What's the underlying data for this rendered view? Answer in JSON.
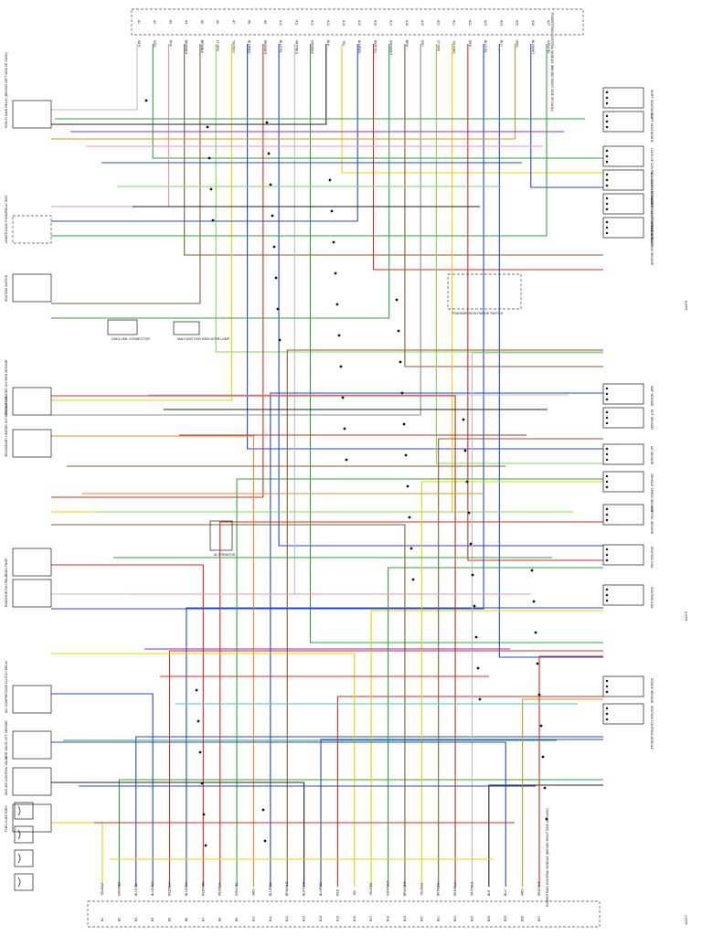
{
  "page": {
    "numbers": [
      "10075",
      "10075",
      "10077"
    ]
  },
  "colors": {
    "WHT": "#bdbdbd",
    "BLK": "#222222",
    "RED": "#d52b1e",
    "YEL": "#e9d000",
    "GRN": "#2aa83a",
    "LT_GRN": "#7ed957",
    "BLU": "#2247c9",
    "LT_BLU": "#3fc7ef",
    "BRN": "#8a5a2b",
    "ORN": "#f08a1c",
    "PNK": "#f08fb4",
    "VIO": "#8a2be2",
    "GRY": "#8c8c8c",
    "TAN": "#d2b48c"
  },
  "ecm_connectors": {
    "top_label": "POWERTRAIN CONTROL MODULE (BEHIND RIGHT SIDE OF DASH)",
    "bottom_label": "POWERTRAIN CONTROL MODULE (BEHIND RIGHT SIDE OF DASH)",
    "top_pins": [
      {
        "pin": "A1",
        "color": "WHT"
      },
      {
        "pin": "A2",
        "color": "GRN"
      },
      {
        "pin": "A3",
        "color": "PNK"
      },
      {
        "pin": "A4",
        "color": "BRN/WHT"
      },
      {
        "pin": "A5",
        "color": "BRN/BLK"
      },
      {
        "pin": "A6",
        "color": "LT GRN"
      },
      {
        "pin": "A7",
        "color": "YEL/BLU"
      },
      {
        "pin": "A8",
        "color": "BLU/RED"
      },
      {
        "pin": "A9",
        "color": "RED/WHT"
      },
      {
        "pin": "A10",
        "color": "BLU/YEL"
      },
      {
        "pin": "A11",
        "color": "WHT/BLU"
      },
      {
        "pin": "A12",
        "color": "GRN/BLK"
      },
      {
        "pin": "A13",
        "color": "BLK"
      },
      {
        "pin": "A14",
        "color": "YEL"
      },
      {
        "pin": "A15",
        "color": "BLU/RED"
      },
      {
        "pin": "A16",
        "color": "RED/YEL"
      },
      {
        "pin": "A17",
        "color": "GRN/WHT"
      },
      {
        "pin": "A18",
        "color": "BRN"
      },
      {
        "pin": "A19",
        "color": "GRY"
      },
      {
        "pin": "A20",
        "color": "LT GRN"
      },
      {
        "pin": "A21",
        "color": "YEL/GRN"
      },
      {
        "pin": "A22",
        "color": "RED"
      },
      {
        "pin": "A23",
        "color": "BLU/YEL"
      },
      {
        "pin": "A24",
        "color": "BLU"
      },
      {
        "pin": "A25",
        "color": "ORN"
      },
      {
        "pin": "A26",
        "color": "BLU/WHT"
      },
      {
        "pin": "A27",
        "color": "GRN/YEL"
      }
    ],
    "bottom_pins": [
      {
        "pin": "B1",
        "color": "YEL/BLU"
      },
      {
        "pin": "B2",
        "color": "GRN/RED"
      },
      {
        "pin": "B3",
        "color": "BLU/YEL"
      },
      {
        "pin": "B4",
        "color": "BLU/WHT"
      },
      {
        "pin": "B5",
        "color": "RED/BLU"
      },
      {
        "pin": "B6",
        "color": "BLU/GRN"
      },
      {
        "pin": "B7",
        "color": "RED/GRN"
      },
      {
        "pin": "B8",
        "color": "RED/BLK"
      },
      {
        "pin": "B9",
        "color": "GRN/YEL"
      },
      {
        "pin": "B10",
        "color": "ORN"
      },
      {
        "pin": "B11",
        "color": "BLU/RED"
      },
      {
        "pin": "B12",
        "color": "BRN/WHT"
      },
      {
        "pin": "B13",
        "color": "BLK/WHT"
      },
      {
        "pin": "B14",
        "color": "BLU/RED"
      },
      {
        "pin": "B15",
        "color": "RED"
      },
      {
        "pin": "B16",
        "color": "YEL"
      },
      {
        "pin": "B17",
        "color": "YEL/RED"
      },
      {
        "pin": "B18",
        "color": "GRN/WHT"
      },
      {
        "pin": "B19",
        "color": "BRN/WHT"
      },
      {
        "pin": "B20",
        "color": "YEL/BLU"
      },
      {
        "pin": "B21",
        "color": "BRN/BLK"
      },
      {
        "pin": "B22",
        "color": "RED/BLU"
      },
      {
        "pin": "B23",
        "color": "WHT/BLU"
      },
      {
        "pin": "B24",
        "color": "BLK"
      },
      {
        "pin": "B25",
        "color": "BLU"
      },
      {
        "pin": "B26",
        "color": "ORN"
      },
      {
        "pin": "B27",
        "color": "RED/WHT"
      }
    ]
  },
  "components": {
    "left": [
      {
        "id": "pgm_fi_main_relay",
        "label": "PGM-FI MAIN RELAY (BEHIND LEFT SIDE OF DASH)"
      },
      {
        "id": "junction_box",
        "label": "UNDER-DASH FUSE/RELAY BOX"
      },
      {
        "id": "ignition_switch",
        "label": "IGNITION SWITCH"
      },
      {
        "id": "o2_primary",
        "label": "PRIMARY HEATED OXYGEN SENSOR"
      },
      {
        "id": "o2_secondary",
        "label": "SECONDARY HEATED OXYGEN SENSOR"
      },
      {
        "id": "fuel_pump",
        "label": "FUEL PUMP"
      },
      {
        "id": "radiator_fan_relay",
        "label": "RADIATOR FAN RELAY"
      },
      {
        "id": "ac_relay",
        "label": "A/C COMPRESSOR CLUTCH RELAY"
      },
      {
        "id": "egr",
        "label": "EGR VALVE LIFT SENSOR"
      },
      {
        "id": "idle_air",
        "label": "IDLE AIR CONTROL VALVE"
      },
      {
        "id": "injectors",
        "label": "FUEL INJECTORS"
      }
    ],
    "right": [
      {
        "id": "shift_a",
        "label": "SHIFT SOLENOID A"
      },
      {
        "id": "shift_b",
        "label": "SHIFT SOLENOID B"
      },
      {
        "id": "lockup",
        "label": "LOCK-UP CONTROL SOLENOID VALVE"
      },
      {
        "id": "tcc",
        "label": "A/T CLUTCH PRESSURE CONTROL SOLENOID"
      },
      {
        "id": "speed_sensor",
        "label": "COUNTERSHAFT SPEED SENSOR"
      },
      {
        "id": "tp_sensor",
        "label": "THROTTLE POSITION SENSOR"
      },
      {
        "id": "map_sensor",
        "label": "MAP SENSOR"
      },
      {
        "id": "ect_sensor",
        "label": "ECT SENSOR"
      },
      {
        "id": "iat_sensor",
        "label": "IAT SENSOR"
      },
      {
        "id": "vss",
        "label": "VEHICLE SPEED SENSOR"
      },
      {
        "id": "ckp",
        "label": "CKP/TDC SENSOR"
      },
      {
        "id": "ignition_coil_1",
        "label": "IGNITION COIL"
      },
      {
        "id": "ignition_coil_2",
        "label": "IGNITION COIL"
      },
      {
        "id": "knock",
        "label": "KNOCK SENSOR"
      },
      {
        "id": "icm",
        "label": "IGNITION CONTROL MODULE"
      }
    ],
    "center": [
      {
        "id": "tcm",
        "label": "TRANSMISSION RANGE SWITCH"
      },
      {
        "id": "dlc",
        "label": "DATA LINK CONNECTOR"
      },
      {
        "id": "mil",
        "label": "MALFUNCTION INDICATOR LAMP"
      },
      {
        "id": "alt",
        "label": "ALTERNATOR"
      }
    ]
  }
}
